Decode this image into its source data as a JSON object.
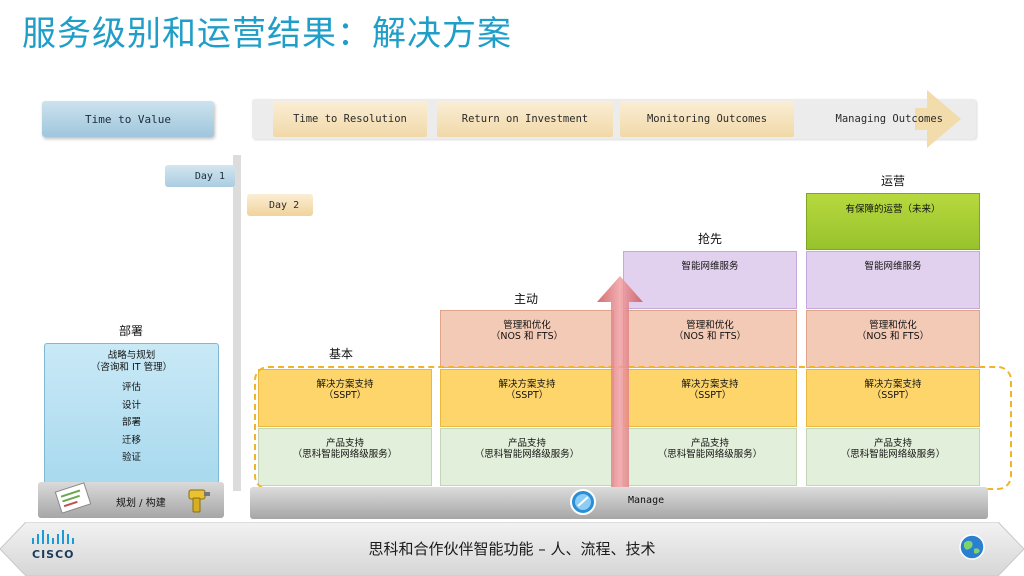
{
  "title": "服务级别和运营结果：解决方案",
  "phases": {
    "time_to_value": "Time to Value",
    "items": [
      "Time to Resolution",
      "Return on Investment",
      "Monitoring Outcomes",
      "Managing Outcomes"
    ]
  },
  "days": {
    "day1": "Day 1",
    "day2": "Day 2"
  },
  "levels": {
    "deploy": "部署",
    "basic": "基本",
    "proactive": "主动",
    "preemptive": "抢先",
    "operations": "运营"
  },
  "deploy_steps": [
    "战略与规划\n（咨询和 IT 管理）",
    "评估",
    "设计",
    "部署",
    "迁移",
    "验证"
  ],
  "cells": {
    "product_support": "产品支持\n（思科智能网络级服务）",
    "solution_support": "解决方案支持\n（SSPT）",
    "mgmt_opt": "管理和优化\n（NOS 和 FTS）",
    "smart_net_service": "智能网维服务",
    "assured_ops": "有保障的运营（未来）"
  },
  "bars": {
    "plan_build": "规划 / 构建",
    "manage": "Manage"
  },
  "footer": {
    "text": "思科和合作伙伴智能功能 – 人、流程、技术",
    "brand": "CISCO"
  },
  "colors": {
    "title": "#1f9ec8",
    "deploy": "#a8d9ee",
    "product": "#e2efda",
    "sspt": "#fdd56b",
    "mgmt": "#f3cab6",
    "smart": "#e2d1ee",
    "assured": "#98c22c",
    "arrow": "#e07e82"
  }
}
